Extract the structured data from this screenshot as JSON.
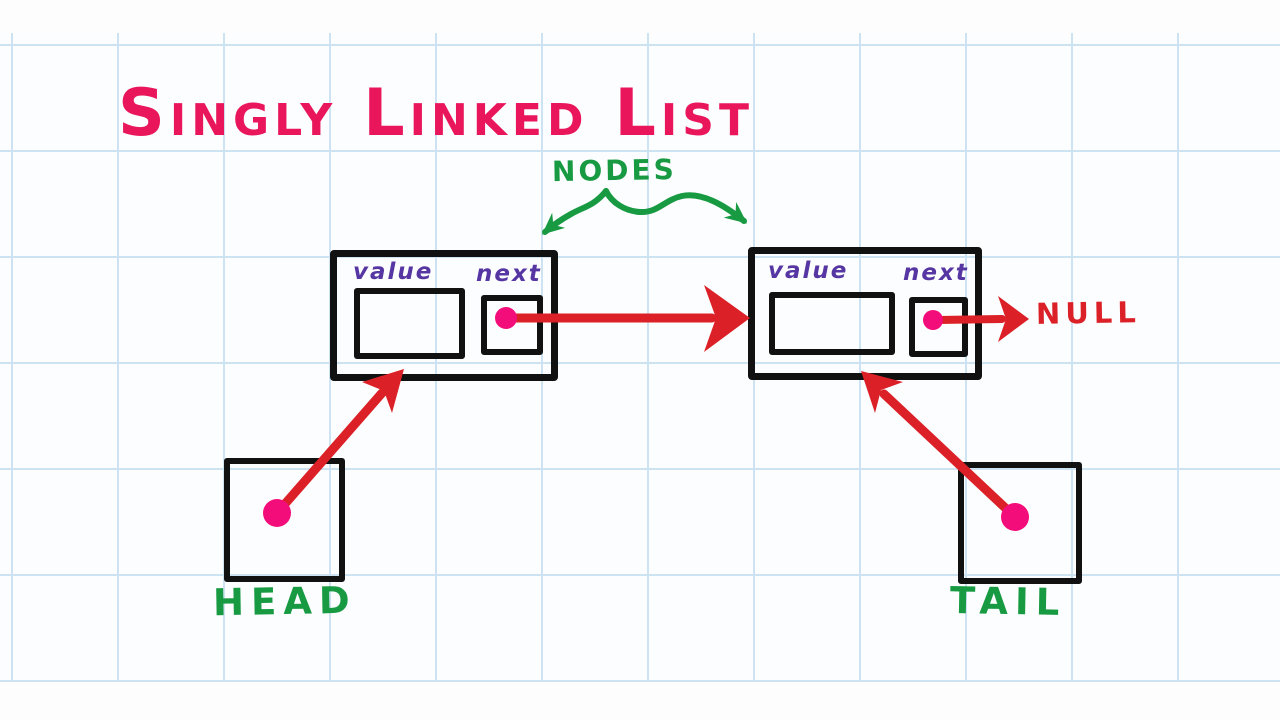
{
  "diagram": {
    "title": {
      "words": [
        "Singly",
        "Linked",
        "List"
      ],
      "color": "#e9165c"
    },
    "nodes_annotation": {
      "label": "NODES",
      "color": "#189a43"
    },
    "nodes": [
      {
        "name": "node-1",
        "value_label": "value",
        "next_label": "next",
        "value_content": "",
        "next_points_to": "node-2"
      },
      {
        "name": "node-2",
        "value_label": "value",
        "next_label": "next",
        "value_content": "",
        "next_points_to": "NULL"
      }
    ],
    "null_label": "NULL",
    "head_pointer": {
      "label": "HEAD",
      "points_to": "node-1"
    },
    "tail_pointer": {
      "label": "TAIL",
      "points_to": "node-2"
    },
    "colors": {
      "title_pink": "#e9165c",
      "annotation_green": "#189a43",
      "field_purple": "#5636a2",
      "arrow_red": "#db2127",
      "dot_pink": "#f30d7a",
      "box_black": "#111111",
      "grid_line": "#cde3f2",
      "background": "#fcfdfe"
    }
  }
}
